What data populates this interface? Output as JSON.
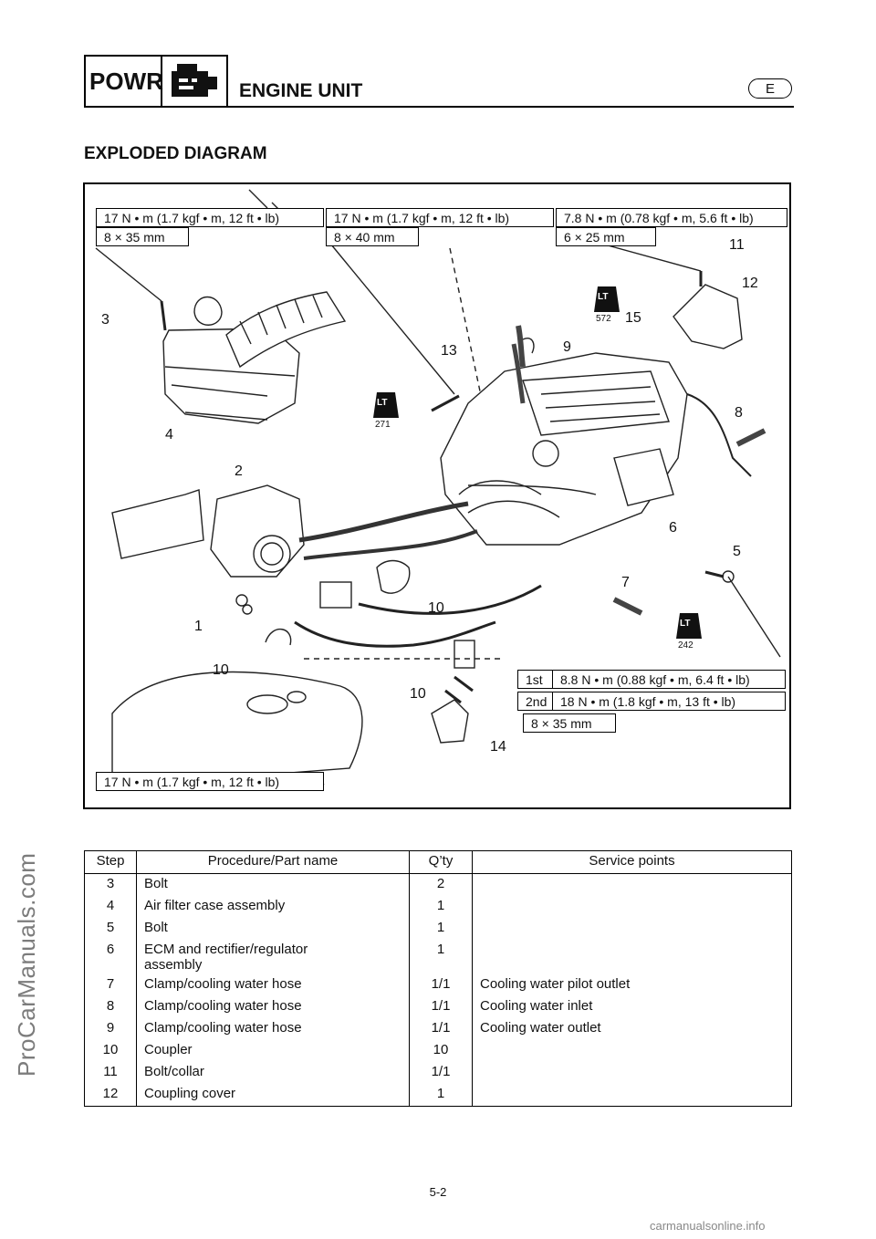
{
  "watermark": "ProCarManuals.com",
  "header": {
    "section_code": "POWR",
    "title": "ENGINE UNIT",
    "language": "E",
    "icon": "engine-icon"
  },
  "section_title": "EXPLODED DIAGRAM",
  "diagram": {
    "specs": {
      "torque_left": "17 N • m (1.7 kgf • m, 12 ft • lb)",
      "size_left": "8 × 35 mm",
      "torque_mid": "17 N • m (1.7 kgf • m, 12 ft • lb)",
      "size_mid": "8 × 40 mm",
      "torque_right": "7.8 N • m (0.78 kgf • m, 5.6 ft • lb)",
      "size_right": "6 × 25 mm",
      "stage1_label": "1st",
      "stage1_torque": "8.8 N • m (0.88 kgf • m, 6.4 ft • lb)",
      "stage2_label": "2nd",
      "stage2_torque": "18 N • m (1.8 kgf • m, 13 ft • lb)",
      "size_stage": "8 × 35 mm",
      "torque_bottom": "17 N • m (1.7 kgf • m, 12 ft • lb)"
    },
    "locktite": {
      "symbol": "LT",
      "code_a": "572",
      "code_b": "271",
      "code_c": "242"
    },
    "callouts": {
      "n1": "1",
      "n2": "2",
      "n3": "3",
      "n4": "4",
      "n5": "5",
      "n6": "6",
      "n7": "7",
      "n8": "8",
      "n9": "9",
      "n10a": "10",
      "n10b": "10",
      "n10c": "10",
      "n11": "11",
      "n12": "12",
      "n13": "13",
      "n14": "14",
      "n15": "15"
    }
  },
  "table": {
    "headers": [
      "Step",
      "Procedure/Part name",
      "Q’ty",
      "Service points"
    ],
    "rows": [
      [
        "3",
        "Bolt",
        "2",
        ""
      ],
      [
        "4",
        "Air filter case assembly",
        "1",
        ""
      ],
      [
        "5",
        "Bolt",
        "1",
        ""
      ],
      [
        "6",
        "ECM and rectifier/regulator\nassembly",
        "1",
        ""
      ],
      [
        "7",
        "Clamp/cooling water hose",
        "1/1",
        "Cooling water pilot outlet"
      ],
      [
        "8",
        "Clamp/cooling water hose",
        "1/1",
        "Cooling water inlet"
      ],
      [
        "9",
        "Clamp/cooling water hose",
        "1/1",
        "Cooling water outlet"
      ],
      [
        "10",
        "Coupler",
        "10",
        ""
      ],
      [
        "11",
        "Bolt/collar",
        "1/1",
        ""
      ],
      [
        "12",
        "Coupling cover",
        "1",
        ""
      ]
    ]
  },
  "page_number": "5-2",
  "footer_watermark": "carmanualsonline.info"
}
